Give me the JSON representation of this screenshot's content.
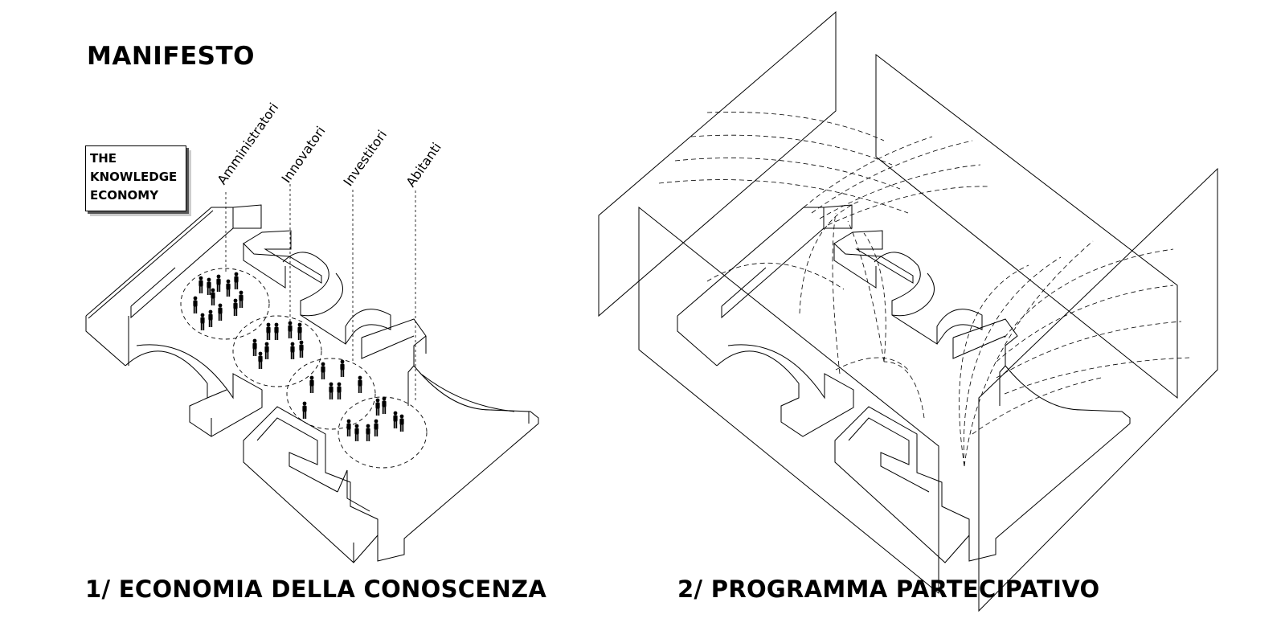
{
  "title": "MANIFESTO",
  "knowledge_box": {
    "line1": "THE",
    "line2": "KNOWLEDGE",
    "line3": "ECONOMY"
  },
  "groups": [
    "Amministratori",
    "Innovatori",
    "Investitori",
    "Abitanti"
  ],
  "captions": {
    "left": "1/ ECONOMIA DELLA CONOSCENZA",
    "right": "2/ PROGRAMMA PARTECIPATIVO"
  },
  "colors": {
    "ink": "#000000",
    "background": "#ffffff"
  }
}
